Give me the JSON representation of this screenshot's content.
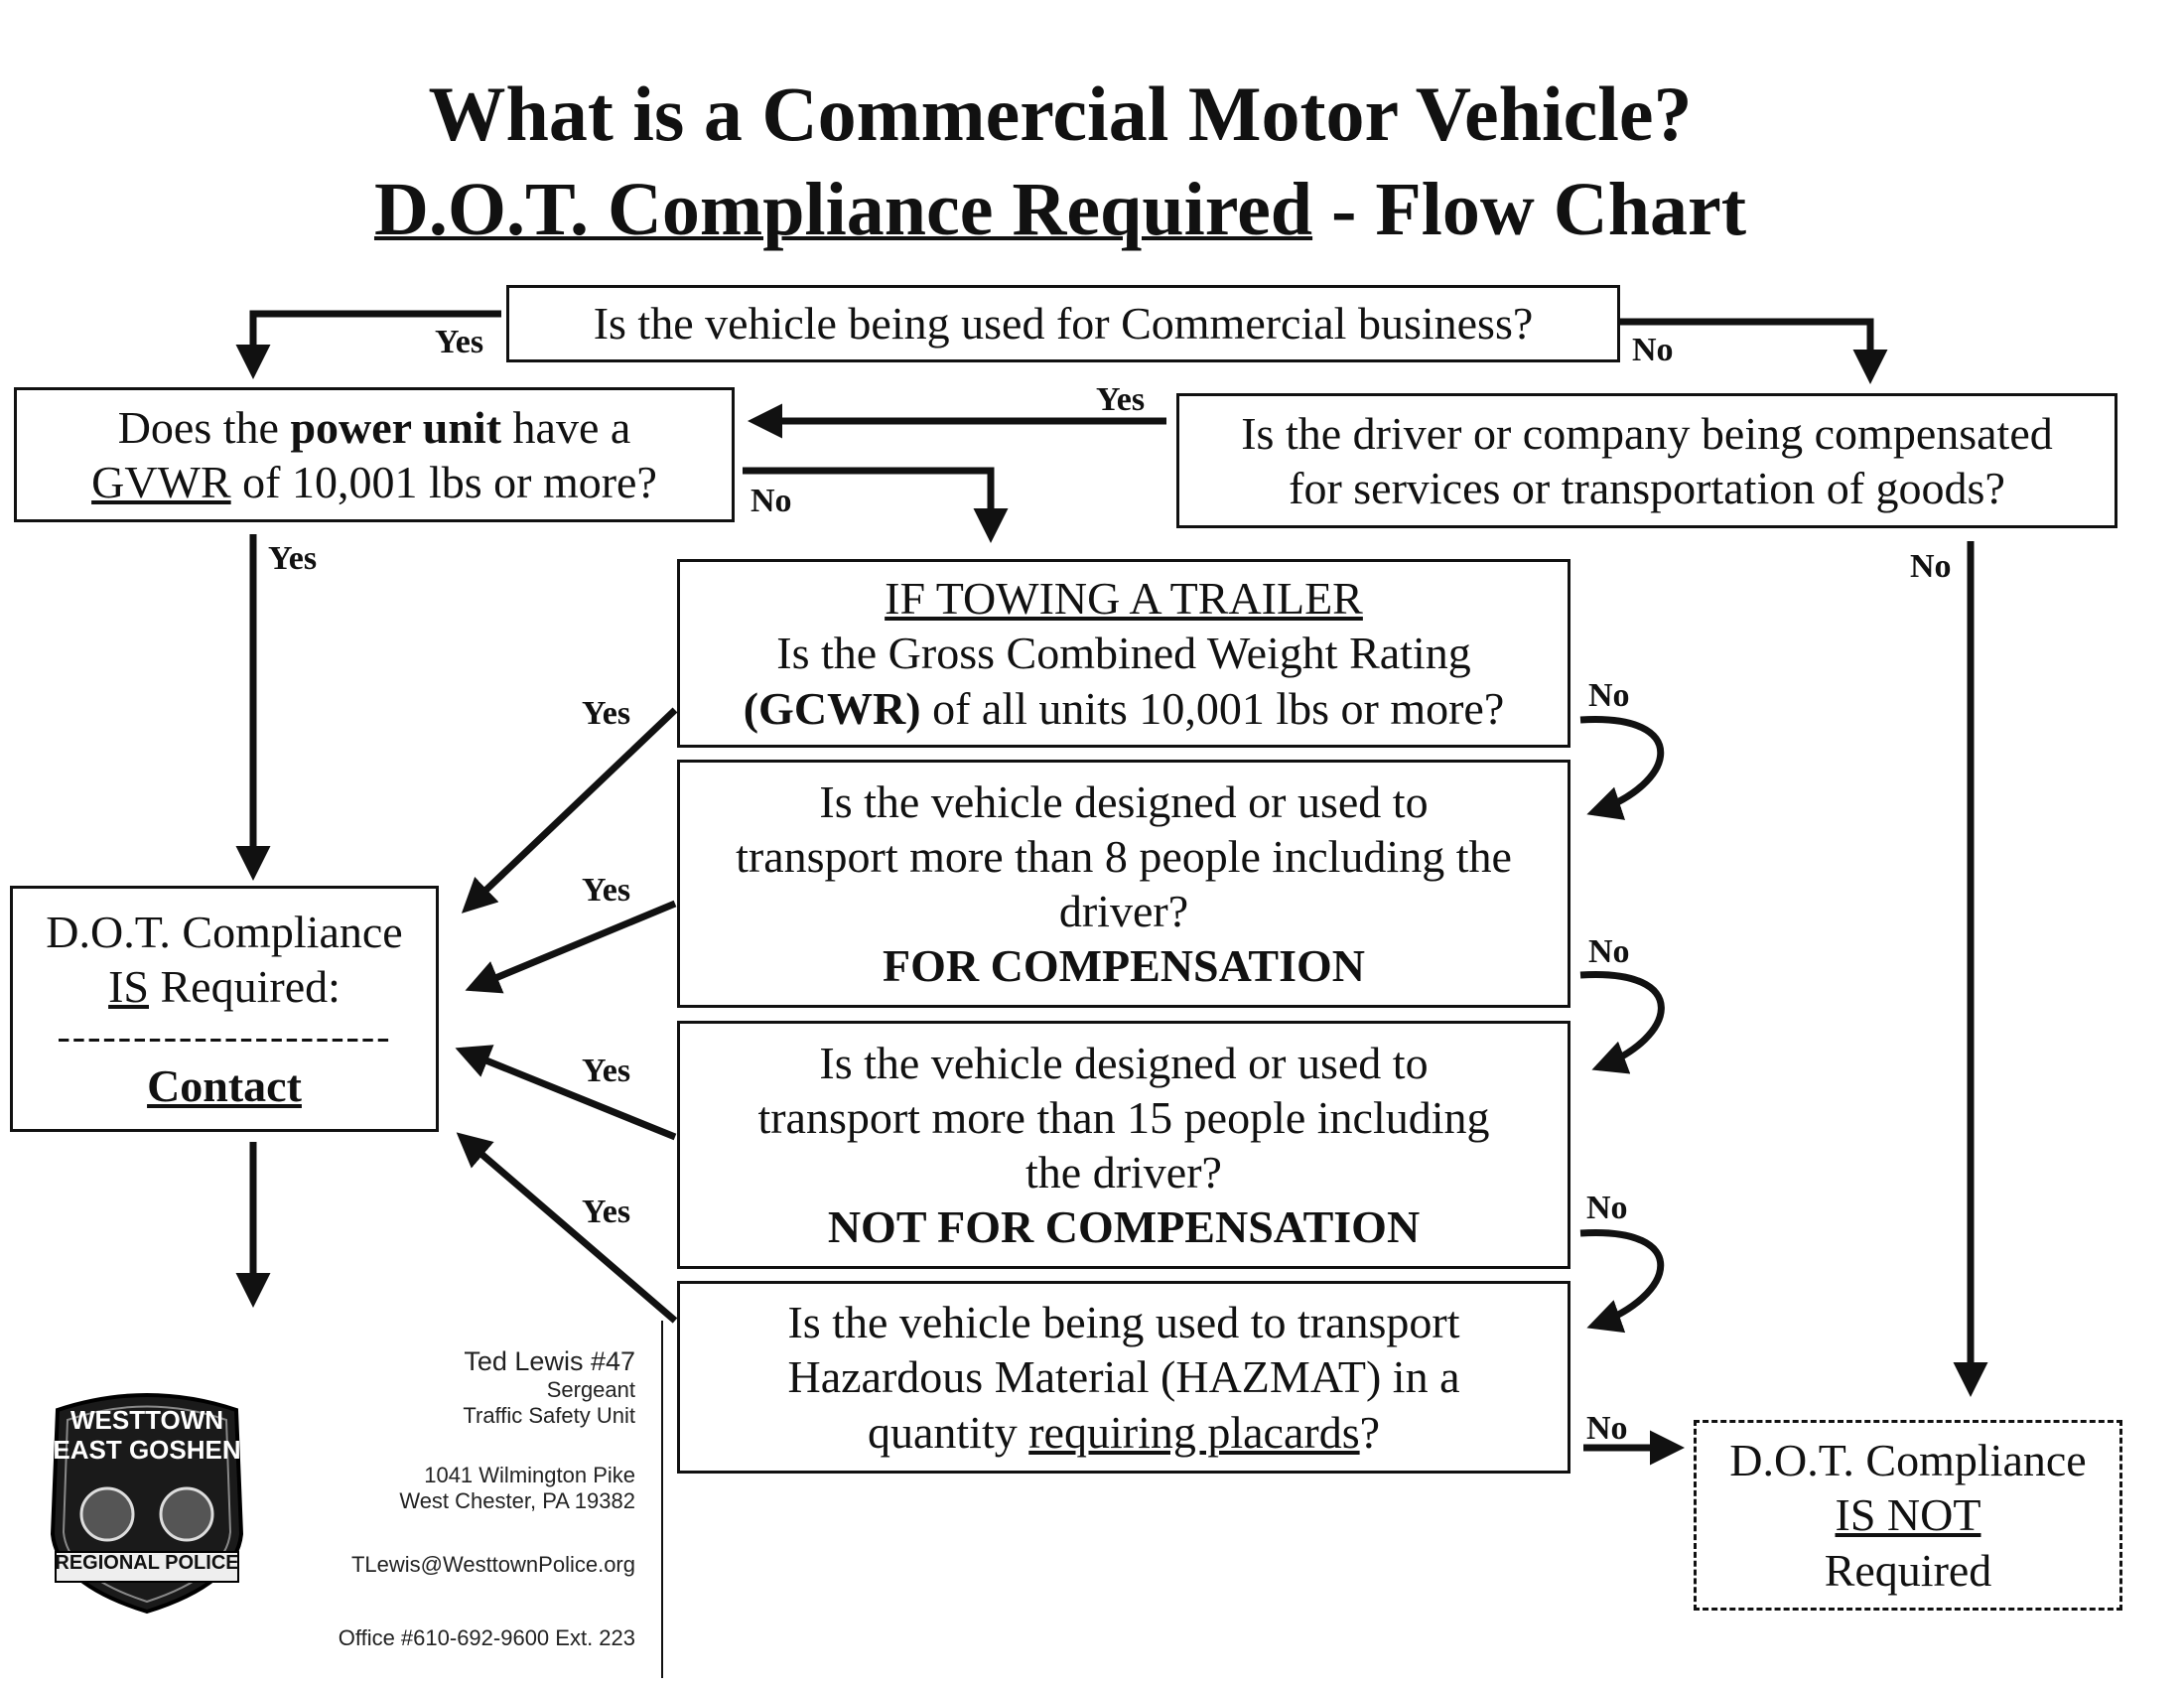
{
  "title": {
    "line1": "What is a Commercial Motor Vehicle?",
    "line2_underlined": "D.O.T. Compliance Required",
    "line2_rest": " - Flow Chart"
  },
  "nodes": {
    "commercial_business": "Is the vehicle being used for Commercial business?",
    "power_unit": {
      "t1": "Does the ",
      "t2_bold": "power unit",
      "t3": " have a",
      "t4_underlined": "GVWR",
      "t5": " of 10,001 lbs or more?"
    },
    "compensated": {
      "line1": "Is the driver or company being compensated",
      "line2": "for services or transportation of goods?"
    },
    "towing": {
      "heading": "IF TOWING A TRAILER",
      "line1": "Is the Gross Combined Weight Rating",
      "line2_bold": "(GCWR)",
      "line2_rest": " of all units 10,001 lbs or more?"
    },
    "more_than_8": {
      "line1": "Is the vehicle designed or used to",
      "line2": "transport more than 8 people including the",
      "line3": "driver?",
      "line4": "FOR COMPENSATION"
    },
    "more_than_15": {
      "line1": "Is the vehicle designed or used to",
      "line2": "transport more than 15 people including",
      "line3": "the driver?",
      "line4": "NOT FOR COMPENSATION"
    },
    "hazmat": {
      "line1": "Is the vehicle being used to transport",
      "line2": "Hazardous Material (HAZMAT) in a",
      "line3a": "quantity ",
      "line3b_underlined": "requiring placards",
      "line3c": "?"
    },
    "required": {
      "line1": "D.O.T. Compliance",
      "line2_underlined": "IS",
      "line2_rest": " Required:",
      "separator": "----------------------",
      "contact": "Contact"
    },
    "not_required": {
      "line1": "D.O.T. Compliance",
      "line2": "IS NOT",
      "line3": "Required"
    }
  },
  "labels": {
    "yes": "Yes",
    "no": "No"
  },
  "contact_info": {
    "name": "Ted Lewis #47",
    "rank": "Sergeant",
    "unit": "Traffic Safety Unit",
    "address1": "1041 Wilmington Pike",
    "address2": "West Chester, PA 19382",
    "email": "TLewis@WesttownPolice.org",
    "phone": "Office #610-692-9600 Ext. 223"
  },
  "badge": {
    "top": "WESTTOWN",
    "middle": "EAST GOSHEN",
    "bottom": "REGIONAL POLICE"
  }
}
